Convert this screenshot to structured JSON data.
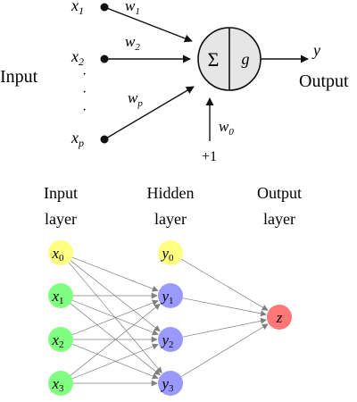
{
  "perceptron": {
    "input_label": "Input",
    "output_label": "Output",
    "inputs": [
      {
        "var": "x",
        "sub": "1"
      },
      {
        "var": "x",
        "sub": "2"
      },
      {
        "var": "x",
        "sub": "p"
      }
    ],
    "weights": [
      {
        "var": "w",
        "sub": "1"
      },
      {
        "var": "w",
        "sub": "2"
      },
      {
        "var": "w",
        "sub": "p"
      }
    ],
    "bias_weight": {
      "var": "w",
      "sub": "0"
    },
    "bias_value": "+1",
    "sum_symbol": "Σ",
    "activation_symbol": "g",
    "output_var": "y",
    "ellipsis": "·"
  },
  "network": {
    "layer_titles": [
      {
        "line1": "Input",
        "line2": "layer"
      },
      {
        "line1": "Hidden",
        "line2": "layer"
      },
      {
        "line1": "Output",
        "line2": "layer"
      }
    ],
    "input_nodes": [
      {
        "var": "x",
        "sub": "0",
        "color": "#ffff80"
      },
      {
        "var": "x",
        "sub": "1",
        "color": "#80ff80"
      },
      {
        "var": "x",
        "sub": "2",
        "color": "#80ff80"
      },
      {
        "var": "x",
        "sub": "3",
        "color": "#80ff80"
      }
    ],
    "hidden_nodes": [
      {
        "var": "y",
        "sub": "0",
        "color": "#ffff80"
      },
      {
        "var": "y",
        "sub": "1",
        "color": "#9999ff"
      },
      {
        "var": "y",
        "sub": "2",
        "color": "#9999ff"
      },
      {
        "var": "y",
        "sub": "3",
        "color": "#9999ff"
      }
    ],
    "output_nodes": [
      {
        "var": "z",
        "sub": "",
        "color": "#ff7777"
      }
    ]
  }
}
